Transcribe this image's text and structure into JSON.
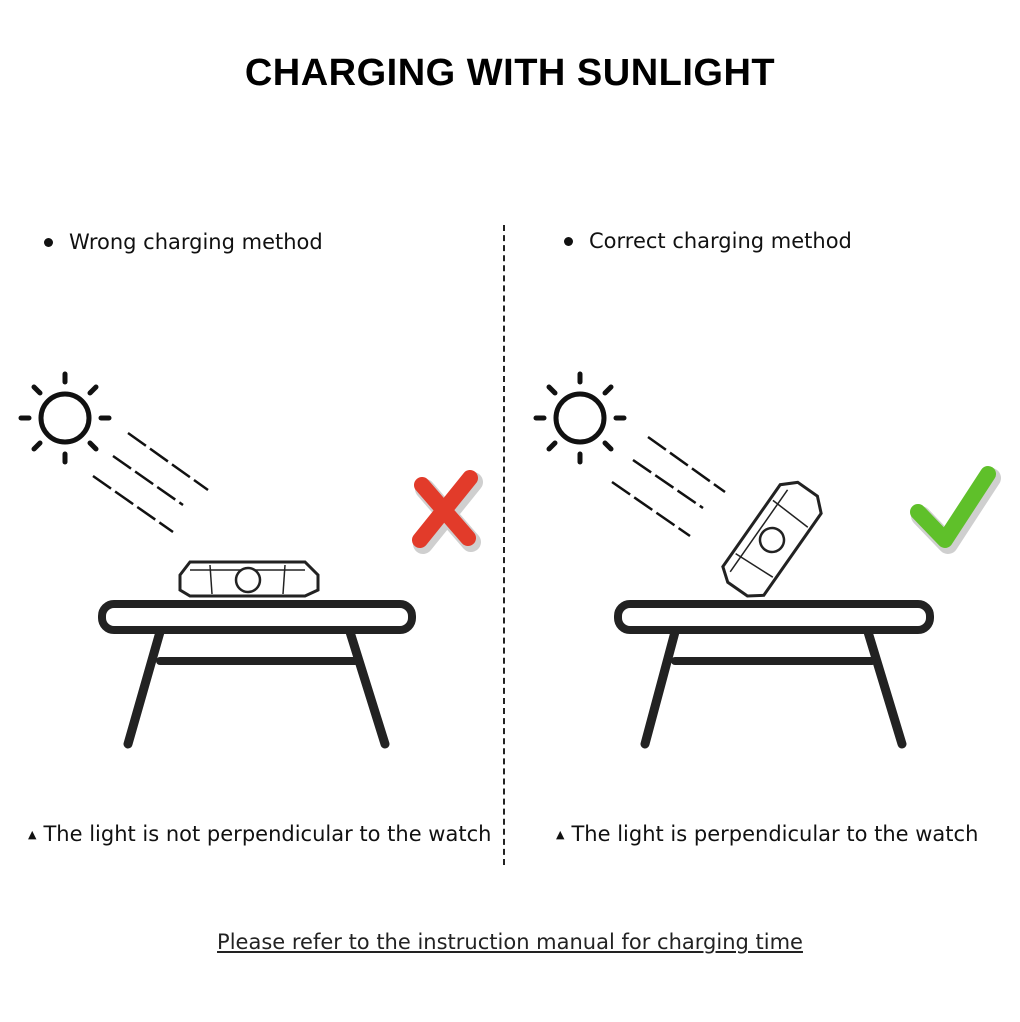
{
  "title": "CHARGING WITH SUNLIGHT",
  "wrong": {
    "label": "Wrong charging method",
    "caption": "The light is not perpendicular to the watch",
    "mark_color": "#e23b2a",
    "mark_icon": "cross-mark-icon"
  },
  "correct": {
    "label": "Correct charging method",
    "caption": "The light is perpendicular to the watch",
    "mark_color": "#5fc02a",
    "mark_icon": "check-mark-icon"
  },
  "footer": "Please refer to the instruction manual for charging time",
  "icons": [
    "sun-icon",
    "sun-rays-icon",
    "watch-icon",
    "table-icon"
  ]
}
